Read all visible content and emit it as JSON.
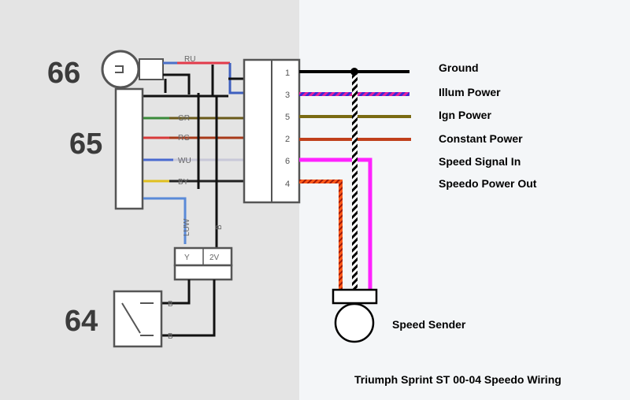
{
  "components": {
    "c66": "66",
    "c65": "65",
    "c64": "64"
  },
  "wire_codes": {
    "ru": "RU",
    "gr": "GR",
    "rg": "RG",
    "wu": "WU",
    "by": "BY",
    "luw": "LUW",
    "b_vertical": "B",
    "b_upper": "B",
    "b_lower": "B",
    "plug_left": "Y",
    "plug_right": "2V"
  },
  "connector_pins": [
    "1",
    "3",
    "5",
    "2",
    "6",
    "4"
  ],
  "signals": [
    {
      "label": "Ground",
      "color": "#000000"
    },
    {
      "label": "Illum Power",
      "color": "#e8209a"
    },
    {
      "label": "Ign Power",
      "color": "#7a6a12"
    },
    {
      "label": "Constant Power",
      "color": "#c0401c"
    },
    {
      "label": "Speed Signal In",
      "color": "#ff22ff"
    },
    {
      "label": "Speedo Power Out",
      "color": "#ff4a1a"
    }
  ],
  "sender_label": "Speed Sender",
  "caption": "Triumph Sprint ST 00-04 Speedo Wiring"
}
